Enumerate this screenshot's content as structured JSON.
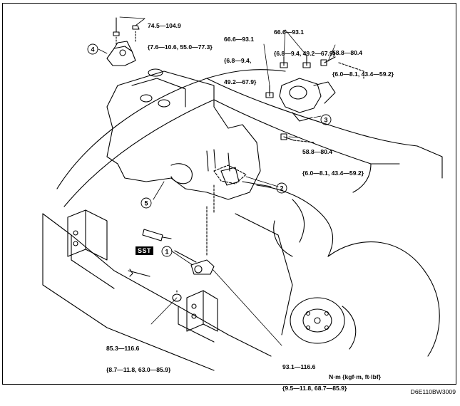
{
  "torque_labels": {
    "mount4": [
      "74.5—104.9",
      "{7.6—10.6, 55.0—77.3}"
    ],
    "nut_left": [
      "66.6—93.1",
      "{6.8—9.4,",
      "49.2—67.9}"
    ],
    "nut_top": [
      "66.6—93.1",
      "{6.8—9.4, 49.2—67.9}"
    ],
    "bolt_right_upper": [
      "58.8—80.4",
      "{6.0—8.1, 43.4—59.2}"
    ],
    "bolt_right_lower": [
      "58.8—80.4",
      "{6.0—8.1, 43.4—59.2}"
    ],
    "bolt_lower_left": [
      "85.3—116.6",
      "{8.7—11.8, 63.0—85.9}"
    ],
    "bolt_lower_center": [
      "93.1—116.6",
      "{9.5—11.8, 68.7—85.9}"
    ]
  },
  "callouts": [
    "1",
    "2",
    "3",
    "4",
    "5"
  ],
  "sst_label": "SST",
  "units_note": "N·m {kgf·m, ft·lbf}",
  "figure_code": "D6E110BW3009"
}
